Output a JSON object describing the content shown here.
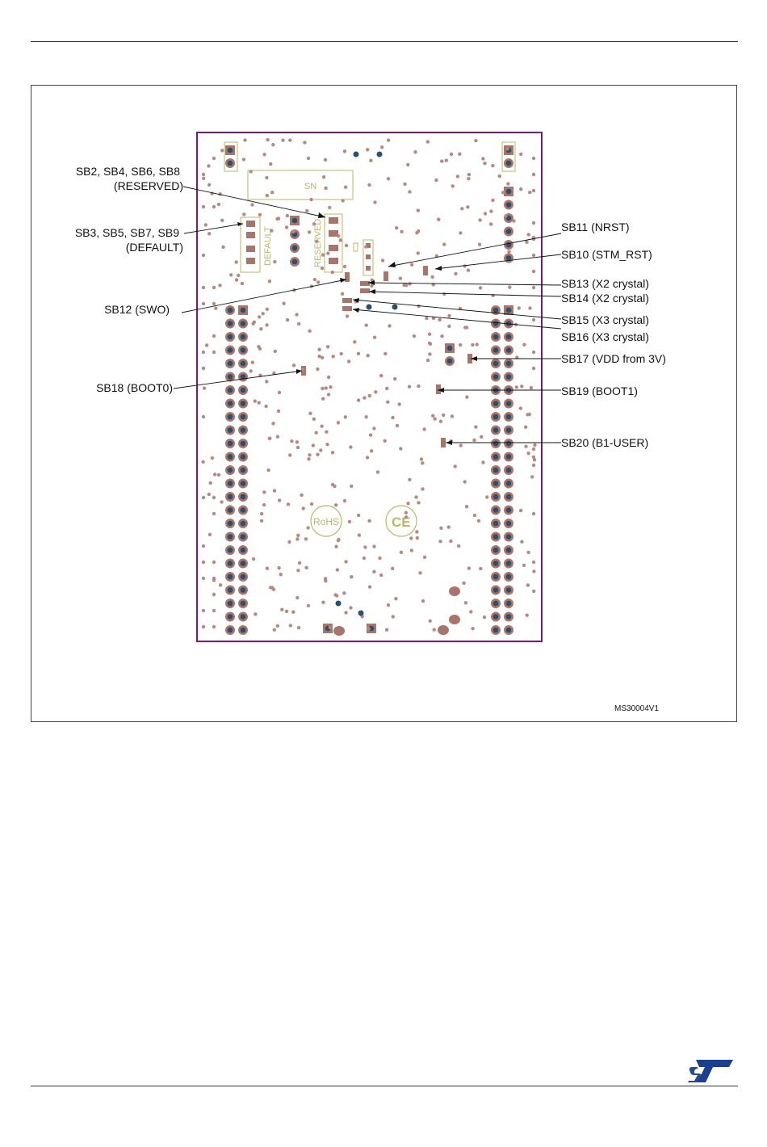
{
  "figure": {
    "id": "MS30004V1",
    "silkscreen": {
      "serial": "SN",
      "default_block": "DEFAULT",
      "reserved_block": "RESERVED",
      "rohs_mark": "RoHS",
      "ce_mark": "CE"
    },
    "callouts": {
      "sb2_group": [
        "SB2, SB4, SB6, SB8",
        "(RESERVED)"
      ],
      "sb3_group": [
        "SB3, SB5, SB7, SB9",
        "(DEFAULT)"
      ],
      "sb12": "SB12 (SWO)",
      "sb18": "SB18 (BOOT0)",
      "sb11": "SB11 (NRST)",
      "sb10": "SB10 (STM_RST)",
      "sb13": "SB13 (X2 crystal)",
      "sb14": "SB14 (X2 crystal)",
      "sb15": "SB15 (X3 crystal)",
      "sb16": "SB16 (X3 crystal)",
      "sb17": "SB17 (VDD from 3V)",
      "sb19": "SB19 (BOOT1)",
      "sb20": "SB20 (B1-USER)"
    }
  },
  "colors": {
    "board_outline": "#7b1a7b",
    "silkscreen": "#b7b86a",
    "pad": "#a9746a",
    "via": "#b58a82",
    "hole": "#2c4f6b",
    "logo": "#1d3f8f"
  },
  "logo": {
    "name": "st-logo-icon"
  }
}
